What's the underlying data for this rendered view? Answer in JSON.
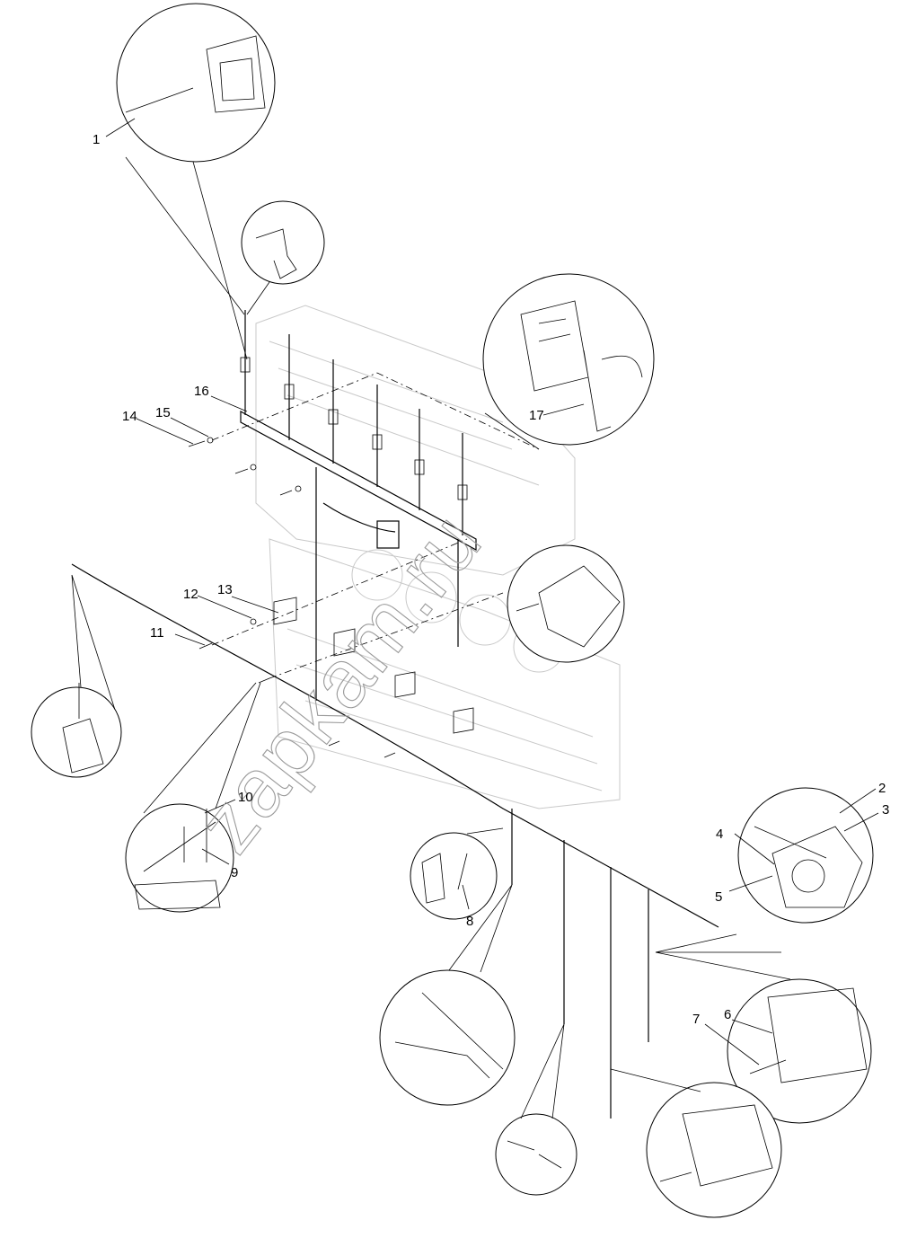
{
  "watermark": "zapkam.ru",
  "callouts": [
    {
      "id": "c1",
      "text": "1"
    },
    {
      "id": "c2",
      "text": "2"
    },
    {
      "id": "c3",
      "text": "3"
    },
    {
      "id": "c4",
      "text": "4"
    },
    {
      "id": "c5",
      "text": "5"
    },
    {
      "id": "c6",
      "text": "6"
    },
    {
      "id": "c7",
      "text": "7"
    },
    {
      "id": "c8",
      "text": "8"
    },
    {
      "id": "c9",
      "text": "9"
    },
    {
      "id": "c10",
      "text": "10"
    },
    {
      "id": "c11",
      "text": "11"
    },
    {
      "id": "c12",
      "text": "12"
    },
    {
      "id": "c13",
      "text": "13"
    },
    {
      "id": "c14",
      "text": "14"
    },
    {
      "id": "c15",
      "text": "15"
    },
    {
      "id": "c16",
      "text": "16"
    },
    {
      "id": "c17",
      "text": "17"
    }
  ]
}
